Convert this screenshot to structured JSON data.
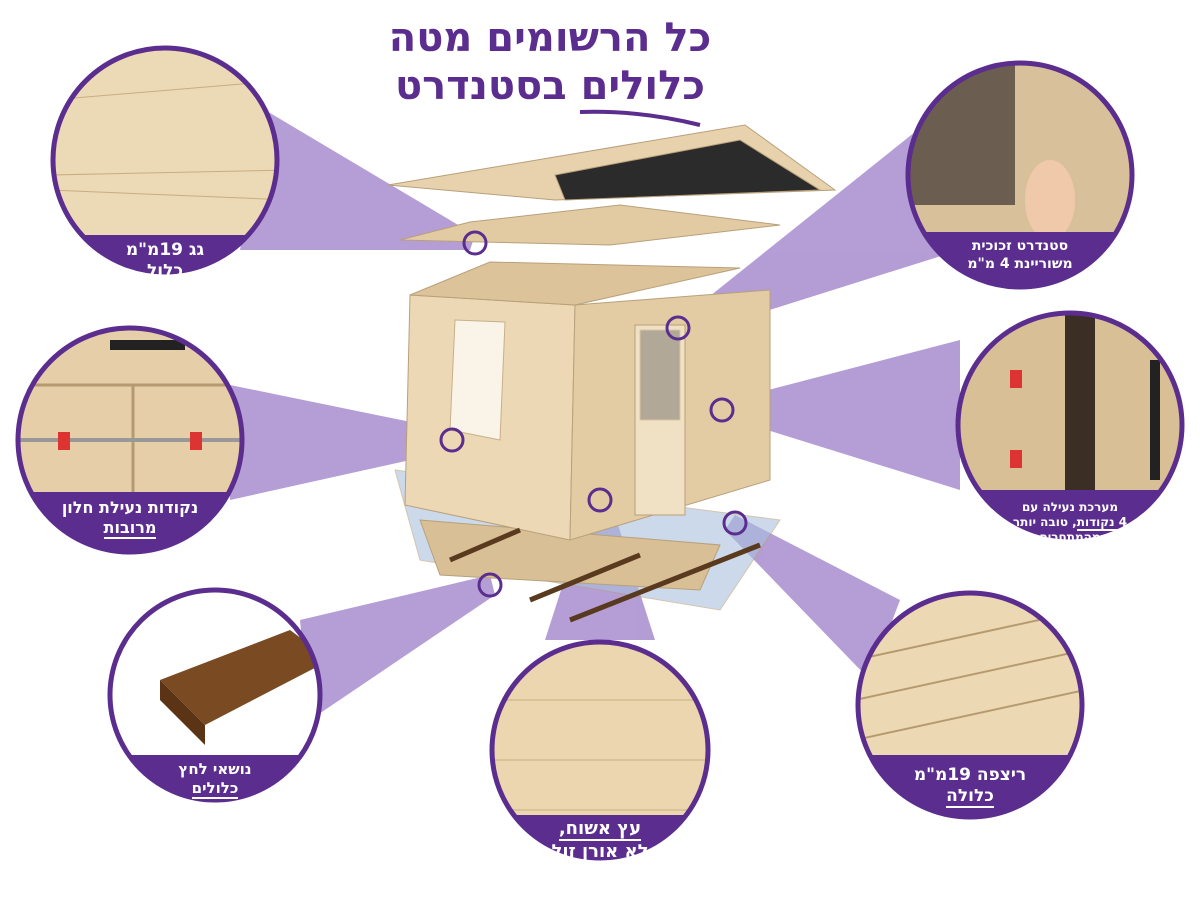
{
  "header": {
    "line1": "כל הרשומים מטה",
    "line2": "כלולים בסטנדרט"
  },
  "callouts": {
    "roof": {
      "line1": "גג 19מ\"מ",
      "line2": "כלול"
    },
    "glass": {
      "line1": "סטנדרט זכוכית",
      "line2": "משוריינת 4 מ\"מ"
    },
    "window_lock": {
      "line1": "נקודות נעילת חלון",
      "line2": "מרובות"
    },
    "door_lock": {
      "line1": "מערכת נעילה עם",
      "line2a": "4 נקודות",
      "line2b": ", טובה יותר",
      "line3": "מהמתחרים"
    },
    "bearers": {
      "line1": "נושאי לחץ",
      "line2": "כלולים"
    },
    "wood": {
      "line1": "עץ אשוח,",
      "line2": "לא אורן זול"
    },
    "floor": {
      "line1": "ריצפה 19מ\"מ",
      "line2": "כלולה"
    }
  },
  "colors": {
    "purple": "#5b2d8e",
    "beam": "#9c7cc8",
    "wood": "#e8d2ad"
  }
}
